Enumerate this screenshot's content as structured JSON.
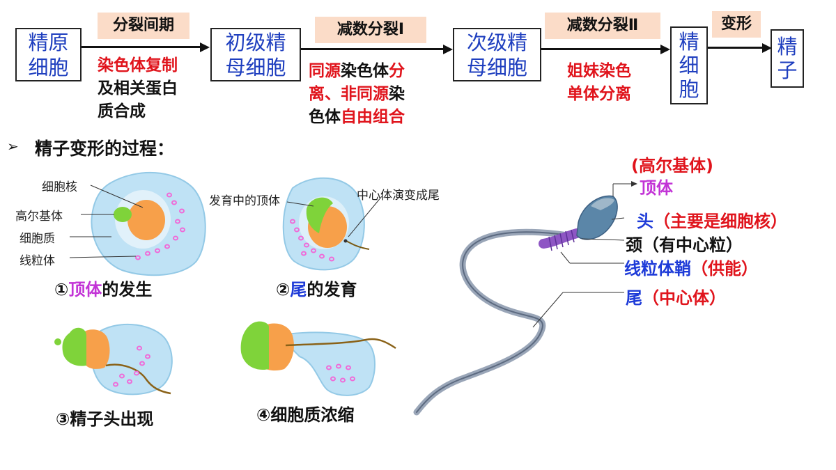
{
  "flow": {
    "cells": {
      "c1": "精原细胞",
      "c2": "初级精母细胞",
      "c3": "次级精母细胞",
      "c4": "精细胞",
      "c5": "精子"
    },
    "stages": {
      "s1": "分裂间期",
      "s2": "减数分裂Ⅰ",
      "s3": "减数分裂Ⅱ",
      "s4": "变形"
    },
    "desc1": {
      "a": "染色体复制",
      "b": "及相关蛋白",
      "c": "质合成"
    },
    "desc2": {
      "a": "同源",
      "b": "染色体",
      "c": "分",
      "d": "离、",
      "e": "非同源",
      "f": "染",
      "g": "色体",
      "h": "自由组合"
    },
    "desc3": {
      "a": "姐妹染色",
      "b": "单体分离"
    }
  },
  "section": {
    "bullet": "➢",
    "title": "精子变形的过程："
  },
  "panel1": {
    "labels": {
      "nucleus": "细胞核",
      "golgi": "高尔基体",
      "cytoplasm": "细胞质",
      "mito": "线粒体"
    },
    "caption": {
      "num": "①",
      "hl": "顶体",
      "rest": "的发生"
    }
  },
  "panel2": {
    "labels": {
      "acrosome": "发育中的顶体",
      "centriole": "中心体演变成尾"
    },
    "caption": {
      "num": "②",
      "hl": "尾",
      "rest": "的发育"
    }
  },
  "panel3": {
    "caption": "③精子头出现"
  },
  "panel4": {
    "caption": "④细胞质浓缩"
  },
  "sperm": {
    "golgi_note": "(高尔基体)",
    "acrosome": "顶体",
    "head": "头",
    "head_note": "（主要是细胞核）",
    "neck": "颈（有中心粒）",
    "midpiece": "线粒体鞘",
    "midpiece_note": "（供能）",
    "tail": "尾",
    "tail_note": "（中心体）"
  },
  "colors": {
    "red": "#e0141c",
    "purple": "#c233d6",
    "blue": "#1e3bd8",
    "stage_bg": "#fbdcc8",
    "cell_text": "#1f3fbf",
    "cytoplasm": "#bfe2f5",
    "nucleus": "#f7a04a",
    "golgi": "#7fd33a",
    "mito": "#f06ad8"
  }
}
